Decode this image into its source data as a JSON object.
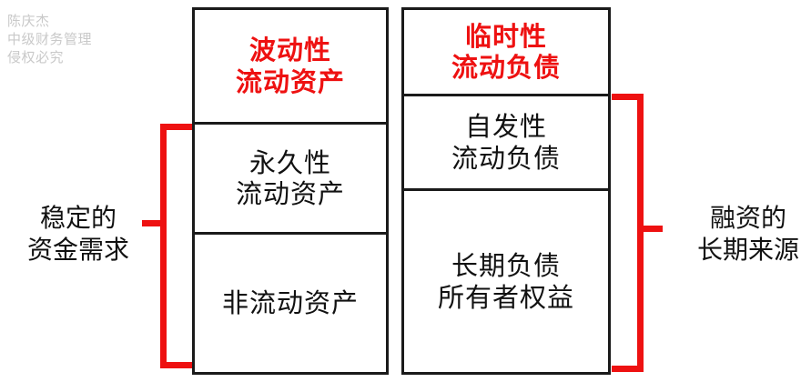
{
  "watermark": {
    "line1": "陈庆杰",
    "line2": "中级财务管理",
    "line3": "侵权必究",
    "text": "陈庆杰\n中级财务管理\n侵权必究",
    "color": "#c9c9c9"
  },
  "colors": {
    "accent_red": "#ee1111",
    "box_border": "#1a1a1a",
    "body_text": "#111111",
    "background": "#ffffff"
  },
  "diagram": {
    "columns": [
      {
        "name": "assets",
        "cells": [
          {
            "id": "fluctuating-current-assets",
            "text": "波动性\n流动资产",
            "style": "red-bold"
          },
          {
            "id": "permanent-current-assets",
            "text": "永久性\n流动资产",
            "style": "black"
          },
          {
            "id": "non-current-assets",
            "text": "非流动资产",
            "style": "black"
          }
        ]
      },
      {
        "name": "funding",
        "cells": [
          {
            "id": "temporary-current-liabilities",
            "text": "临时性\n流动负债",
            "style": "red-bold"
          },
          {
            "id": "spontaneous-current-liabilities",
            "text": "自发性\n流动负债",
            "style": "black"
          },
          {
            "id": "long-term-liabilities-equity",
            "text": "长期负债\n所有者权益",
            "style": "black"
          }
        ]
      }
    ],
    "side_labels": {
      "left": {
        "id": "stable-capital-demand",
        "text": "稳定的\n资金需求"
      },
      "right": {
        "id": "long-term-funding-sources",
        "text": "融资的\n长期来源"
      }
    },
    "brackets": {
      "left": {
        "orientation": "opens-right",
        "color": "#ee1111"
      },
      "right": {
        "orientation": "opens-left",
        "color": "#ee1111"
      }
    }
  }
}
